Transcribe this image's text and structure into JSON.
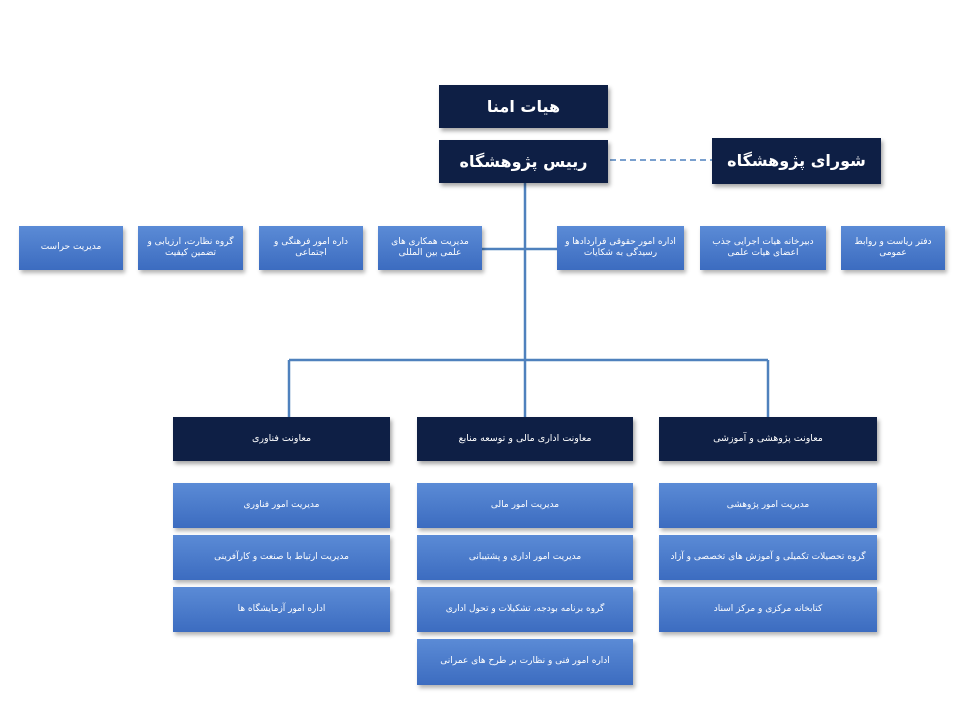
{
  "chart": {
    "board_of_trustees": "هیات امنا",
    "president": "رییس  پژوهشگاه",
    "research_council": "شورای پژوهشگاه",
    "staff_units": [
      "مدیریت حراست",
      "گروه نظارت، ارزیابی و تضمین کیفیت",
      "داره امور فرهنگی و اجتماعی",
      "مدیریت همکاری های علمی بین المللی",
      "اداره امور حقوقی قراردادها و رسیدگی به شکایات",
      "دبیرخانه هیات اجرایی جذب اعضای هیات علمی",
      "دفتر ریاست و روابط عمومی"
    ],
    "deputies": [
      {
        "title": "معاونت فناوری",
        "units": [
          "مدیریت امور فناوری",
          "مدیریت ارتباط با صنعت و کارآفرینی",
          "اداره امور آزمایشگاه ها"
        ]
      },
      {
        "title": "معاونت اداری مالی و توسعه منابع",
        "units": [
          "مدیریت امور مالی",
          "مدیریت امور اداری و پشتیبانی",
          "گروه برنامه بودجه، تشکیلات و تحول اداری",
          "اداره امور فنی و نظارت بر طرح های عمرانی"
        ]
      },
      {
        "title": "معاونت پژوهشی و آموزشی",
        "units": [
          "مدیریت امور پژوهشی",
          "گروه تحصیلات تکمیلی و آموزش های تخصصی و آزاد",
          "کتابخانه مرکزی و مرکز اسناد"
        ]
      }
    ]
  }
}
